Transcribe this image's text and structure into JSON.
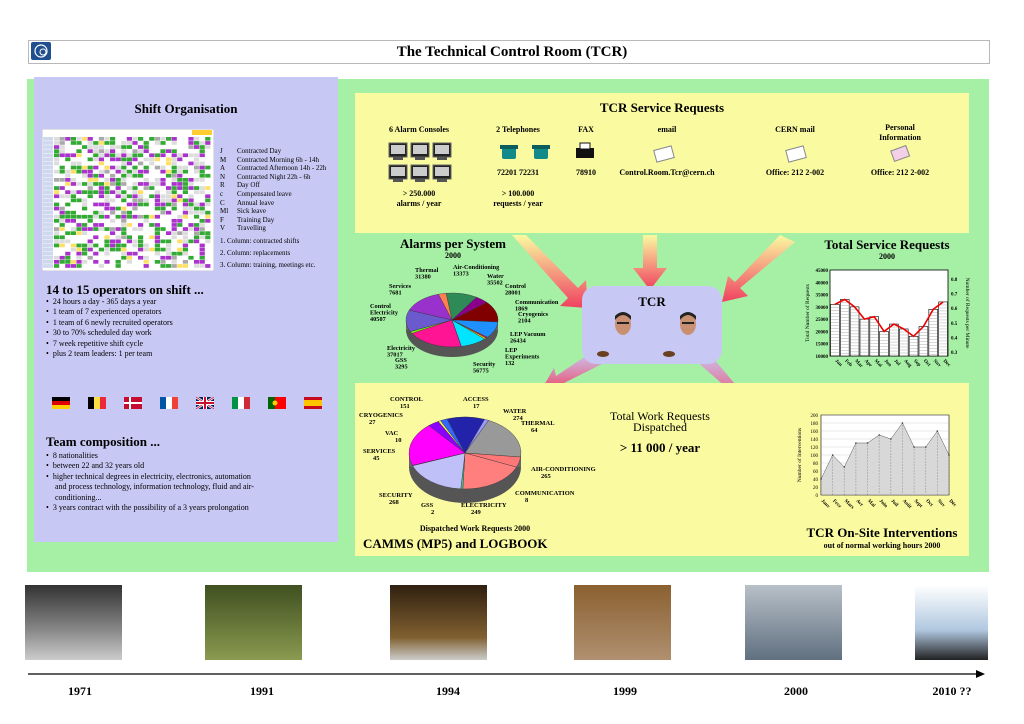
{
  "page": {
    "title": "The Technical Control Room (TCR)"
  },
  "shift": {
    "heading": "Shift Organisation",
    "legend": [
      {
        "code": "J",
        "desc": "Contracted Day"
      },
      {
        "code": "M",
        "desc": "Contracted Morning 6h - 14h"
      },
      {
        "code": "A",
        "desc": "Contracted Afternoon 14h - 22h"
      },
      {
        "code": "N",
        "desc": "Contracted Night 22h - 6h"
      },
      {
        "code": "R",
        "desc": "Day Off"
      },
      {
        "code": "c",
        "desc": "Compensated leave"
      },
      {
        "code": "C",
        "desc": "Annual leave"
      },
      {
        "code": "Ml",
        "desc": "Sick leave"
      },
      {
        "code": "F",
        "desc": "Training Day"
      },
      {
        "code": "V",
        "desc": "Travelling"
      }
    ],
    "notes": [
      "1. Column: contracted shifts",
      "2. Column: replacements",
      "3. Column: training, meetings etc."
    ]
  },
  "operators": {
    "heading": "14 to 15 operators on shift ...",
    "bullets": [
      "24 hours a day - 365 days a year",
      "1 team of 7 experienced operators",
      "1 team of 6 newly recruited operators",
      "30 to 70% scheduled day work",
      "7 week repetitive shift cycle",
      "plus 2 team leaders: 1 per team"
    ]
  },
  "team": {
    "heading": "Team composition ...",
    "bullets": [
      "8 nationalities",
      "between 22 and 32 years old",
      "higher technical degrees in electricity, electronics, automation and process technology, information technology, fluid and air-conditioning...",
      "3 years contract with the possibility of a 3 years prolongation"
    ],
    "flags": [
      "de-flag",
      "be-flag",
      "dk-flag",
      "fr-flag",
      "uk-flag",
      "it-flag",
      "pt-flag",
      "es-flag"
    ]
  },
  "requests": {
    "heading": "TCR Service Requests",
    "channels": [
      {
        "label": "6 Alarm Consoles",
        "detail": "> 250.000\nalarms / year"
      },
      {
        "label": "2 Telephones",
        "detail": "72201    72231",
        "extra": "> 100.000\nrequests / year"
      },
      {
        "label": "FAX",
        "detail": "78910"
      },
      {
        "label": "email",
        "detail": "Control.Room.Tcr@cern.ch"
      },
      {
        "label": "CERN mail",
        "detail": "Office: 212 2-002"
      },
      {
        "label": "Personal\nInformation",
        "detail": "Office: 212 2-002"
      }
    ]
  },
  "center": {
    "tcr_label": "TCR",
    "work_title": "Total Work Requests\nDispatched",
    "work_value": "> 11 000 / year",
    "camms": "CAMMS (MP5) and LOGBOOK",
    "dispatched_label": "Dispatched Work Requests 2000"
  },
  "alarms_chart": {
    "title": "Alarms per System",
    "year": "2000"
  },
  "total_requests_chart": {
    "title": "Total Service Requests",
    "year": "2000",
    "ylabel_left": "Total Number of Requests",
    "ylabel_right": "Number of Requests per Minute"
  },
  "onsite_chart": {
    "title": "TCR On-Site Interventions",
    "subtitle": "out of normal working hours 2000",
    "ylabel": "Number of Interventions"
  },
  "chart_data": [
    {
      "type": "pie",
      "title": "Alarms per System",
      "subtitle": "2000",
      "labels": [
        "Thermal",
        "Air-Conditioning",
        "Water",
        "Control",
        "Communication",
        "Cryogenics",
        "LEP Vacuum",
        "LEP Experiments",
        "Security",
        "GSS",
        "Electricity",
        "Control Electricity",
        "Services"
      ],
      "values": [
        31380,
        13373,
        35502,
        28001,
        1869,
        2104,
        26434,
        132,
        56775,
        3295,
        37017,
        40507,
        7681
      ]
    },
    {
      "type": "pie",
      "title": "Dispatched Work Requests 2000",
      "labels": [
        "CONTROL",
        "ACCESS",
        "WATER",
        "THERMAL",
        "AIR-CONDITIONING",
        "COMMUNICATION",
        "ELECTRICITY",
        "GSS",
        "SECURITY",
        "SERVICES",
        "VAC",
        "CRYOGENICS"
      ],
      "values": [
        151,
        17,
        274,
        64,
        265,
        8,
        249,
        2,
        268,
        45,
        10,
        27
      ]
    },
    {
      "type": "bar",
      "title": "Total Service Requests",
      "subtitle": "2000",
      "categories": [
        "Jan",
        "Feb",
        "Mar",
        "Apr",
        "Mai",
        "Jun",
        "Jul",
        "Aug",
        "Sep",
        "Oct",
        "Nov",
        "Dec"
      ],
      "values": [
        31000,
        33000,
        30000,
        25000,
        26000,
        20000,
        23000,
        21000,
        18000,
        22000,
        29000,
        32000
      ],
      "ylim": [
        10000,
        45000
      ],
      "yticks": [
        10000,
        15000,
        20000,
        25000,
        30000,
        35000,
        40000,
        45000
      ],
      "y2ticks": [
        0.3,
        0.4,
        0.5,
        0.6,
        0.7,
        0.8
      ],
      "xlabel": "",
      "ylabel": "Total Number of Requests"
    },
    {
      "type": "area",
      "title": "TCR On-Site Interventions",
      "subtitle": "out of normal working hours 2000",
      "categories": [
        "Janv",
        "Fevr",
        "Mars",
        "Avr",
        "Mai",
        "Juin",
        "Juil",
        "Août",
        "Sept",
        "Oct",
        "Nov",
        "Déc"
      ],
      "values": [
        40,
        100,
        70,
        130,
        130,
        150,
        140,
        180,
        120,
        120,
        160,
        100
      ],
      "ylim": [
        0,
        200
      ],
      "yticks": [
        0,
        20,
        40,
        60,
        80,
        100,
        120,
        140,
        160,
        180,
        200
      ],
      "ylabel": "Number of Interventions"
    }
  ],
  "timeline": {
    "years": [
      "1971",
      "1991",
      "1994",
      "1999",
      "2000",
      "2010 ??"
    ]
  }
}
